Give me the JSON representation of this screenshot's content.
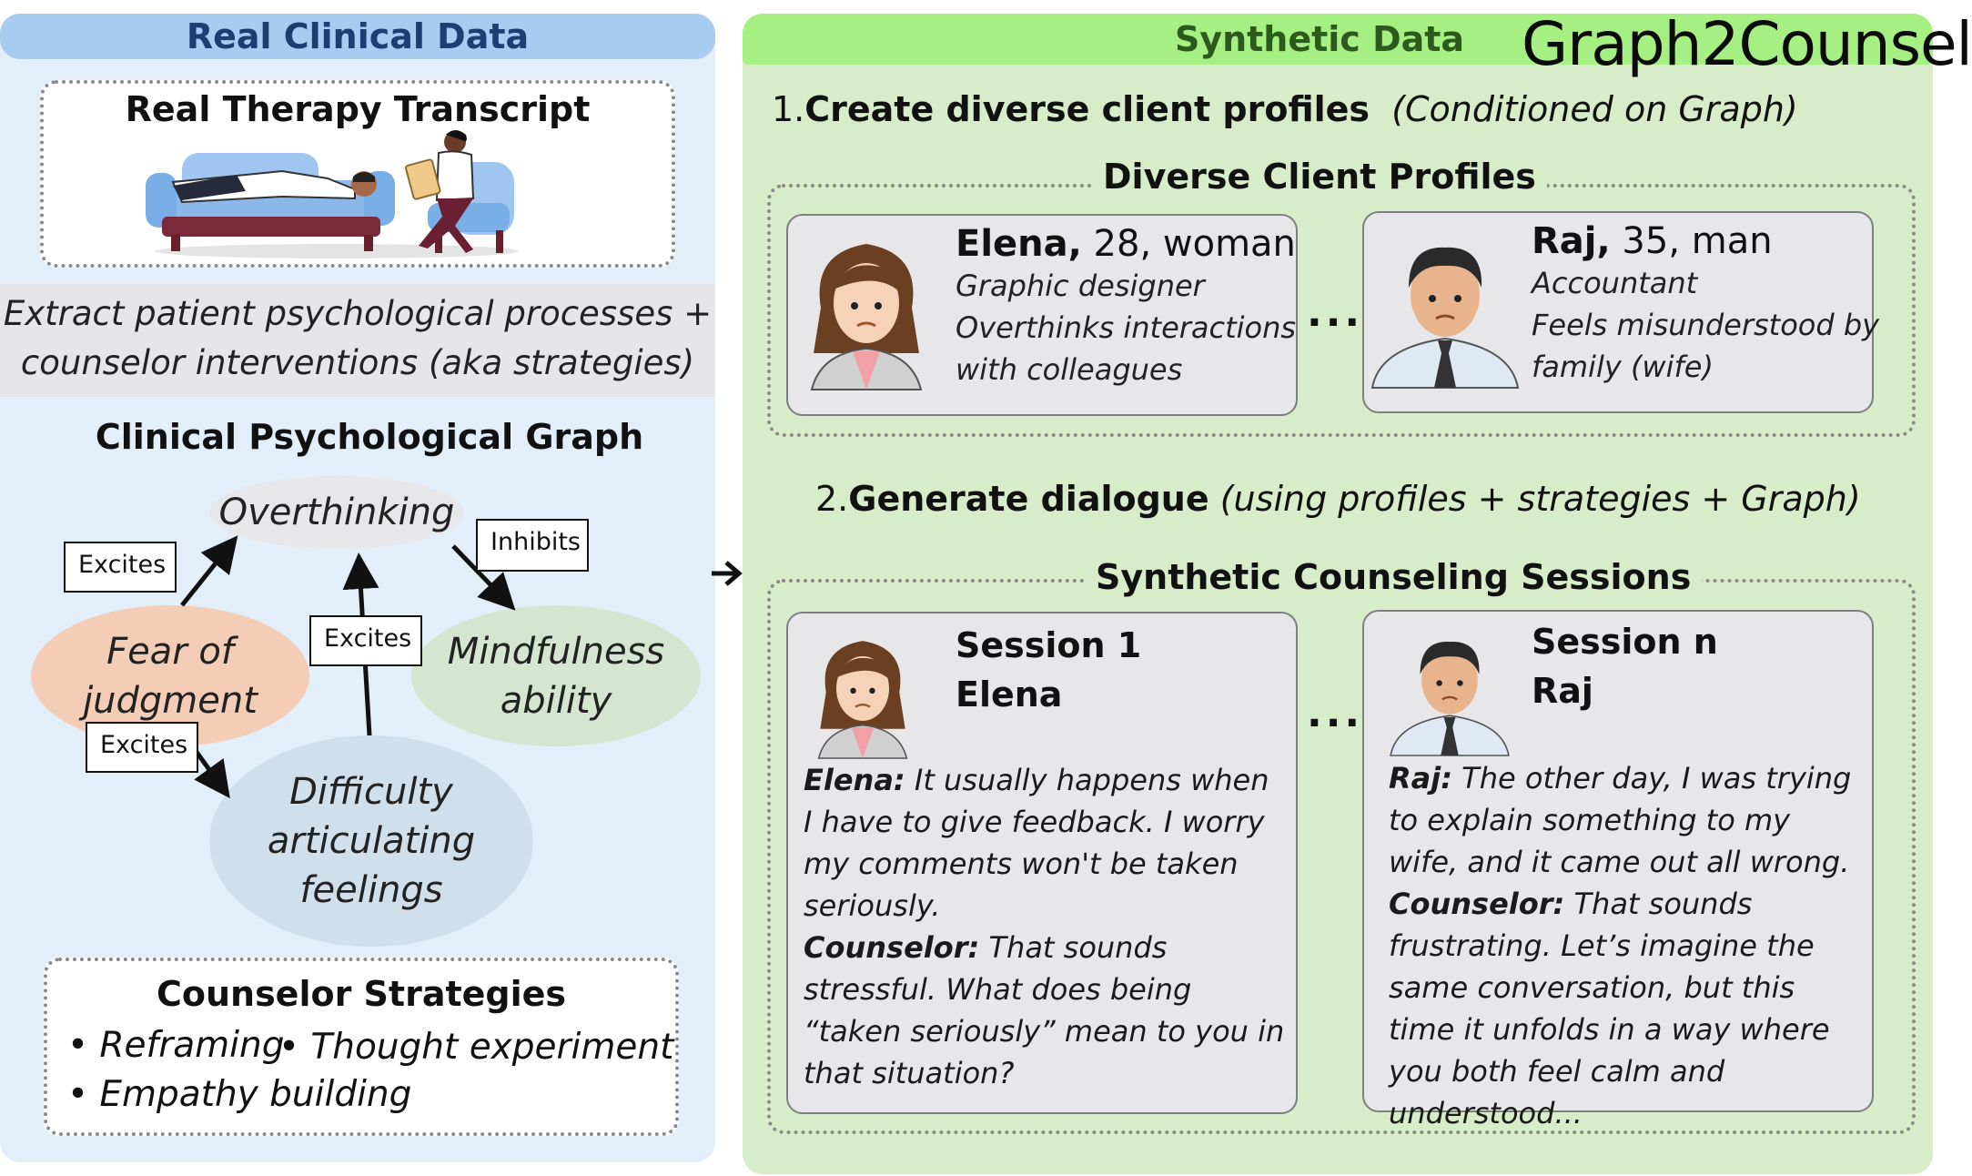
{
  "left": {
    "header": "Real Clinical Data",
    "transcript_title": "Real Therapy Transcript",
    "extract_lines": [
      "Extract patient psychological processes +",
      "counselor interventions (aka strategies)"
    ],
    "graph_title": "Clinical Psychological Graph",
    "nodes": {
      "overthinking": "Overthinking",
      "fear": [
        "Fear of",
        "judgment"
      ],
      "mindfulness": [
        "Mindfulness",
        "ability"
      ],
      "difficulty": [
        "Difficulty",
        "articulating",
        "feelings"
      ]
    },
    "edges": {
      "excites_1": "Excites",
      "inhibits": "Inhibits",
      "excites_2": "Excites",
      "excites_3": "Excites"
    },
    "strategies_title": "Counselor Strategies",
    "strategies": [
      "Reframing",
      "Thought experiment",
      "Empathy building"
    ]
  },
  "right": {
    "header": "Synthetic Data",
    "brand": "Graph2Counsel",
    "step1_num": "1.",
    "step1_bold": "Create diverse client profiles",
    "step1_italic": "(Conditioned on Graph)",
    "profiles_title": "Diverse Client Profiles",
    "profiles": [
      {
        "name": "Elena,",
        "detail": "28, woman",
        "lines": [
          "Graphic designer",
          "Overthinks interactions",
          "with colleagues"
        ]
      },
      {
        "name": "Raj,",
        "detail": "35, man",
        "lines": [
          "Accountant",
          "Feels misunderstood by",
          "family (wife)"
        ]
      }
    ],
    "ellipsis": "...",
    "step2_num": "2.",
    "step2_bold": "Generate dialogue",
    "step2_italic": "(using profiles + strategies + Graph)",
    "sessions_title": "Synthetic Counseling Sessions",
    "sessions": [
      {
        "label": "Session 1",
        "client": "Elena",
        "speaker1": "Elena:",
        "text1": "It usually happens when I have to give feedback. I worry my comments won't be taken seriously.",
        "speaker2": "Counselor:",
        "text2": "That sounds stressful. What does being “taken seriously” mean to you in that situation?"
      },
      {
        "label": "Session n",
        "client": "Raj",
        "speaker1": "Raj:",
        "text1": "The other day, I was trying to explain something to my wife, and it came out all wrong.",
        "speaker2": "Counselor:",
        "text2": "That sounds frustrating. Let’s imagine the same conversation, but this time it unfolds in a way where you both feel calm and understood..."
      }
    ]
  }
}
